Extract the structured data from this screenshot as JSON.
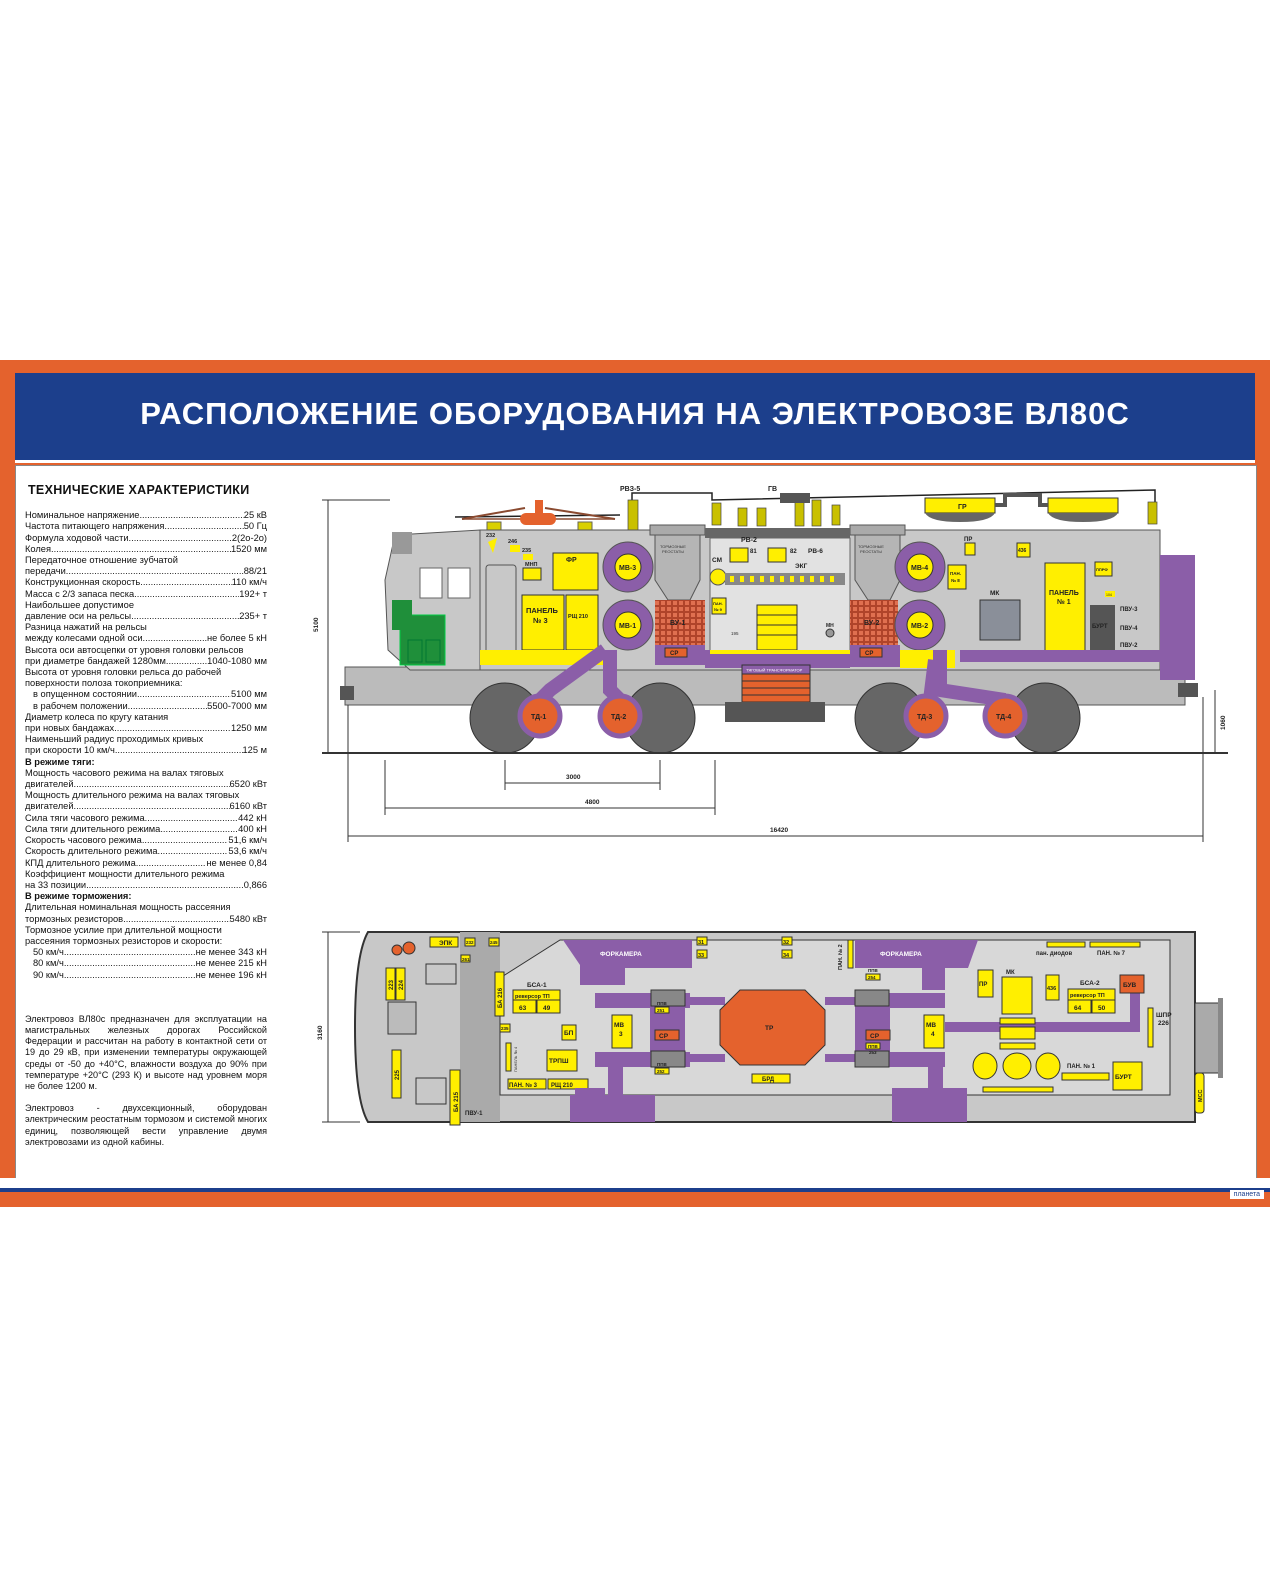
{
  "title": "РАСПОЛОЖЕНИЕ ОБОРУДОВАНИЯ НА ЭЛЕКТРОВОЗЕ ВЛ80С",
  "logo": "планета",
  "colors": {
    "frame": "#e4622d",
    "title_band": "#1c3f8c",
    "equipment": "#ffef00",
    "ducts": "#8b5ea8",
    "body": "#c8c8c8",
    "motors": "#e4622d",
    "controller": "#1f8f3a"
  },
  "specs": {
    "heading": "ТЕХНИЧЕСКИЕ ХАРАКТЕРИСТИКИ",
    "rows": [
      {
        "label": "Номинальное напряжение",
        "value": "25 кВ"
      },
      {
        "label": "Частота питающего напряжения",
        "value": "50 Гц"
      },
      {
        "label": "Формула ходовой части",
        "value": "2(2о-2о)"
      },
      {
        "label": "Колея",
        "value": "1520 мм"
      },
      {
        "label": "Передаточное отношение зубчатой"
      },
      {
        "label": "передачи",
        "value": "88/21"
      },
      {
        "label": "Конструкционная скорость",
        "value": "110 км/ч"
      },
      {
        "label": "Масса с 2/3 запаса песка",
        "value": "192+ т"
      },
      {
        "label": "Наибольшее допустимое"
      },
      {
        "label": "давление оси на рельсы",
        "value": "235+ т"
      },
      {
        "label": "Разница нажатий на рельсы"
      },
      {
        "label": "между колесами одной оси",
        "value": "не более 5 кН"
      },
      {
        "label": "Высота оси автосцепки от уровня головки рельсов"
      },
      {
        "label": "при диаметре бандажей 1280мм",
        "value": "1040-1080 мм"
      },
      {
        "label": "Высота от уровня головки рельса до рабочей"
      },
      {
        "label": "поверхности полоза токоприемника:"
      },
      {
        "label": "в опущенном состоянии",
        "value": "5100 мм",
        "indent": true
      },
      {
        "label": "в рабочем положении",
        "value": "5500-7000 мм",
        "indent": true
      },
      {
        "label": "Диаметр колеса по кругу катания"
      },
      {
        "label": "при новых бандажах",
        "value": "1250 мм"
      },
      {
        "label": "Наименьший радиус проходимых кривых"
      },
      {
        "label": "при скорости 10 км/ч",
        "value": "125 м"
      },
      {
        "label": "В режиме тяги:",
        "section": true
      },
      {
        "label": "Мощность часового режима на валах тяговых"
      },
      {
        "label": "двигателей",
        "value": "6520 кВт"
      },
      {
        "label": "Мощность длительного режима на валах тяговых"
      },
      {
        "label": "двигателей",
        "value": "6160 кВт"
      },
      {
        "label": "Сила тяги часового режима",
        "value": "442 кН"
      },
      {
        "label": "Сила тяги длительного режима",
        "value": "400 кН"
      },
      {
        "label": "Скорость часового режима",
        "value": "51,6 км/ч"
      },
      {
        "label": "Скорость длительного режима",
        "value": "53,6 км/ч"
      },
      {
        "label": "КПД длительного режима",
        "value": "не менее 0,84"
      },
      {
        "label": "Коэффициент мощности длительного режима"
      },
      {
        "label": "на 33 позиции",
        "value": "0,866"
      },
      {
        "label": "В режиме торможения:",
        "section": true
      },
      {
        "label": "Длительная номинальная мощность рассеяния"
      },
      {
        "label": "тормозных резисторов",
        "value": "5480 кВт"
      },
      {
        "label": "Тормозное усилие при длительной мощности"
      },
      {
        "label": "рассеяния тормозных резисторов и скорости:"
      },
      {
        "label": "50 км/ч",
        "value": "не менее 343 кН",
        "indent": true
      },
      {
        "label": "80 км/ч",
        "value": "не менее 215 кН",
        "indent": true
      },
      {
        "label": "90 км/ч",
        "value": "не менее 196 кН",
        "indent": true
      }
    ],
    "paragraph1": "Электровоз ВЛ80с предназначен для эксплуатации на магистральных железных дорогах Российской Федерации и рассчитан на работу в контактной сети от 19 до 29 кВ, при изменении температуры окружающей среды от -50 до +40°С, влажности воздуха до 90% при температуре +20°С (293 К) и высоте над уровнем моря не более 1200 м.",
    "paragraph2": "Электровоз - двухсекционный, оборудован электрическим реостатным тормозом и системой многих единиц, позволяющей вести управление двумя электровозами из одной кабины."
  },
  "side_view": {
    "rvz5": "РВЗ-5",
    "gv": "ГВ",
    "gr": "ГР",
    "n232": "232",
    "n246": "246",
    "n235": "235",
    "mnp": "МНП",
    "fr": "ФР",
    "panel3": "ПАНЕЛЬ",
    "panel3b": "№ 3",
    "rsch210": "РЩ 210",
    "mv3": "МВ-3",
    "mv1": "МВ-1",
    "mv4": "МВ-4",
    "mv2": "МВ-2",
    "brake_res": "ТОРМОЗНЫЕ",
    "brake_res2": "РЕОСТАТЫ",
    "vu1": "ВУ-1",
    "vu2": "ВУ-2",
    "sr": "СР",
    "rv2": "РВ-2",
    "n81": "81",
    "n82": "82",
    "rv6": "РВ-6",
    "sm": "СМ",
    "ekg": "ЭКГ",
    "pan9": "ПАН.",
    "pan9b": "№ 9",
    "n195": "195",
    "mn": "МН",
    "transformer": "ТЯГОВЫЙ ТРАНСФОРМАТОР",
    "pr": "ПР",
    "n436": "436",
    "pan8": "ПАН.",
    "pan8b": "№ 8",
    "mk": "МК",
    "panel1": "ПАНЕЛЬ",
    "panel1b": "№ 1",
    "pprf": "ППРФ",
    "n104": "104",
    "burt": "БУРТ",
    "pvu3": "ПВУ-3",
    "pvu4": "ПВУ-4",
    "pvu2": "ПВУ-2",
    "td1": "ТД-1",
    "td2": "ТД-2",
    "td3": "ТД-3",
    "td4": "ТД-4",
    "dim_height": "5100",
    "dim_axle": "1060",
    "dim_base": "3000",
    "dim_bogie": "4800",
    "dim_length": "16420"
  },
  "plan_view": {
    "epk": "ЭПК",
    "n232": "232",
    "n245": "245",
    "n261": "261",
    "n223": "223",
    "n224": "224",
    "n225": "225",
    "ba216": "БА 216",
    "ba215": "БА 215",
    "n235": "235",
    "pvu1": "ПВУ-1",
    "bsa1": "БСА-1",
    "reversor1": "реверсор ТП",
    "n63": "63",
    "n49": "49",
    "bp": "БП",
    "trpsh": "ТРПШ",
    "pan3": "ПАН. № 3",
    "rsch210": "РЩ 210",
    "panel4": "ПАНЕЛЬ № 4",
    "forkamera1": "ФОРКАМЕРА",
    "forkamera2": "ФОРКАМЕРА",
    "n31": "31",
    "n33": "33",
    "n32": "32",
    "n34": "34",
    "mv3": "МВ",
    "mv3b": "3",
    "mv4": "МВ",
    "mv4b": "4",
    "sr1": "СР",
    "sr2": "СР",
    "ppv": "ППВ",
    "n251": "251",
    "n252": "252",
    "n253": "253",
    "n254": "254",
    "tr": "ТР",
    "brd": "БРД",
    "pan2": "ПАН. № 2",
    "pr": "ПР",
    "mk": "МК",
    "n436": "436",
    "bsa2": "БСА-2",
    "reversor2": "реверсор ТП",
    "n64": "64",
    "n50": "50",
    "buv": "БУВ",
    "shpr": "ШПР",
    "n226": "226",
    "pan_diodes": "пан. диодов",
    "pan7": "ПАН. № 7",
    "pan1": "ПАН. № 1",
    "burt": "БУРТ",
    "mss": "МСС",
    "dim_width": "3160"
  }
}
